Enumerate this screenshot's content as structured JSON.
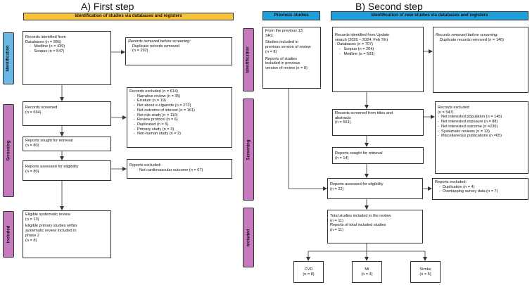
{
  "left": {
    "title": "A) First step",
    "header": "Identification of studies via databases and registers",
    "stages": {
      "identification": "Identification",
      "screening": "Screening",
      "included": "Included"
    },
    "records_identified": {
      "line1": "Records identified from",
      "line2": "Databases (n = 986)",
      "medline": "Medline (n = 439)",
      "scopus": "Scopus (n = 547)"
    },
    "records_removed": {
      "line1": "Records removed before screening:",
      "line2": "Duplicate records removed",
      "line3": "(n = 292)"
    },
    "records_screened": {
      "line1": "Records screened",
      "line2": "(n = 694)"
    },
    "records_excluded": {
      "title": "Records excluded (n = 614)",
      "items": [
        "Narrative review (n = 35)",
        "Erratum (n = 19)",
        "Not about e-cigarette (n = 273)",
        "Not outcome of interest (n = 161)",
        "Not risk study (n = 110)",
        "Review protocol (n = 6)",
        "Duplicated (n = 5)",
        "Primary study (n = 3)",
        "Non-human study (n = 2)"
      ]
    },
    "reports_sought": {
      "line1": "Reports sought for retrieval",
      "line2": "(n = 80)"
    },
    "reports_assessed": {
      "line1": "Reports assessed for eligibility",
      "line2": "(n = 80)"
    },
    "reports_excluded": {
      "line1": "Reports excluded:",
      "line2": "Not cardiovascular outcome (n = 67)"
    },
    "eligible": {
      "line1": "Eligible systematic review",
      "line2": "(n = 13)",
      "line3": "Eligible primary studies within",
      "line4": "systematic review included in",
      "line5": "phase 2",
      "line6": "(n = 8)"
    }
  },
  "right": {
    "title": "B) Second step",
    "header_prev": "Previous studies",
    "header_new": "Identification of new studies via databases and registers",
    "stages": {
      "identification": "Identification",
      "screening": "Screening",
      "included": "Included"
    },
    "previous": {
      "line1": "From the previous 13",
      "line2": "SRs:",
      "line3": "Studies included in",
      "line4": "previous version of review",
      "line5": "(n = 8)",
      "line6": "Reports of studies",
      "line7": "included in previous",
      "line8": "version of review (n = 8)"
    },
    "records_identified": {
      "line1": "Records identified from Update",
      "line2": "search (2020 – 2024, Feb 7th)",
      "line3": ": Databases (n = 707)",
      "scopus": "Scopus (n = 204)",
      "medline": "Medline (n = 503)"
    },
    "records_removed": {
      "line1": "Records removed before screening:",
      "line2": "Duplicate records removed (n = 146)"
    },
    "records_screened": {
      "line1": "Records screened from titles and",
      "line2": "abstracts",
      "line3": "(n = 561)"
    },
    "records_excluded": {
      "title": "Records excluded",
      "count": "(n = 547)",
      "items": [
        "Not interested population (n = 145)",
        "Not interested exposure (n = 88)",
        "Not interested outcome (n =236)",
        "Systematic reviews (n = 13)",
        "Miscellaneous publications (n =65)"
      ]
    },
    "reports_sought": {
      "line1": "Reports sought for retrieval",
      "line2": "(n = 14)"
    },
    "reports_assessed": {
      "line1": "Reports assessed for eligibility",
      "line2": "(n = 22)"
    },
    "reports_excluded": {
      "title": "Reports excluded:",
      "items": [
        "Duplication (n = 4)",
        "Overlapping survey data (n = 7)"
      ]
    },
    "total": {
      "line1": "Total studies included in the review",
      "line2": "(n = 11)",
      "line3": "Reports of total included studies",
      "line4": "(n = 11)"
    },
    "outcomes": [
      {
        "name": "CVD",
        "n": "(n = 8)"
      },
      {
        "name": "MI",
        "n": "(n = 4)"
      },
      {
        "name": "Stroke",
        "n": "(n = 5)"
      }
    ]
  }
}
